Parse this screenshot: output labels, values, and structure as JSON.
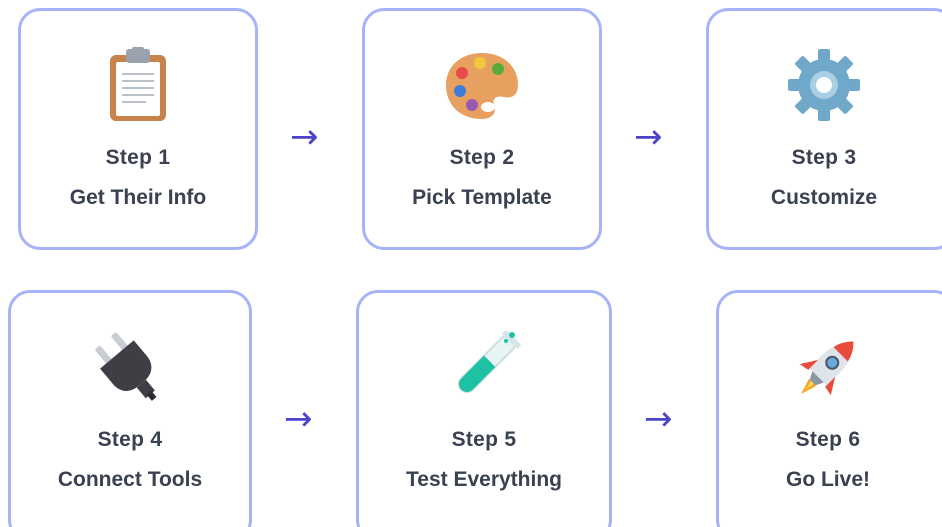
{
  "flow": {
    "arrow_glyph": "→",
    "steps": [
      {
        "title": "Step 1",
        "label": "Get Their Info",
        "icon": "clipboard-icon"
      },
      {
        "title": "Step 2",
        "label": "Pick Template",
        "icon": "palette-icon"
      },
      {
        "title": "Step 3",
        "label": "Customize",
        "icon": "gear-icon"
      },
      {
        "title": "Step 4",
        "label": "Connect Tools",
        "icon": "plug-icon"
      },
      {
        "title": "Step 5",
        "label": "Test Everything",
        "icon": "test-tube-icon"
      },
      {
        "title": "Step 6",
        "label": "Go Live!",
        "icon": "rocket-icon"
      }
    ]
  },
  "colors": {
    "card_border": "#a6b3f9",
    "arrow": "#4b44c9",
    "text": "#3a4150"
  }
}
